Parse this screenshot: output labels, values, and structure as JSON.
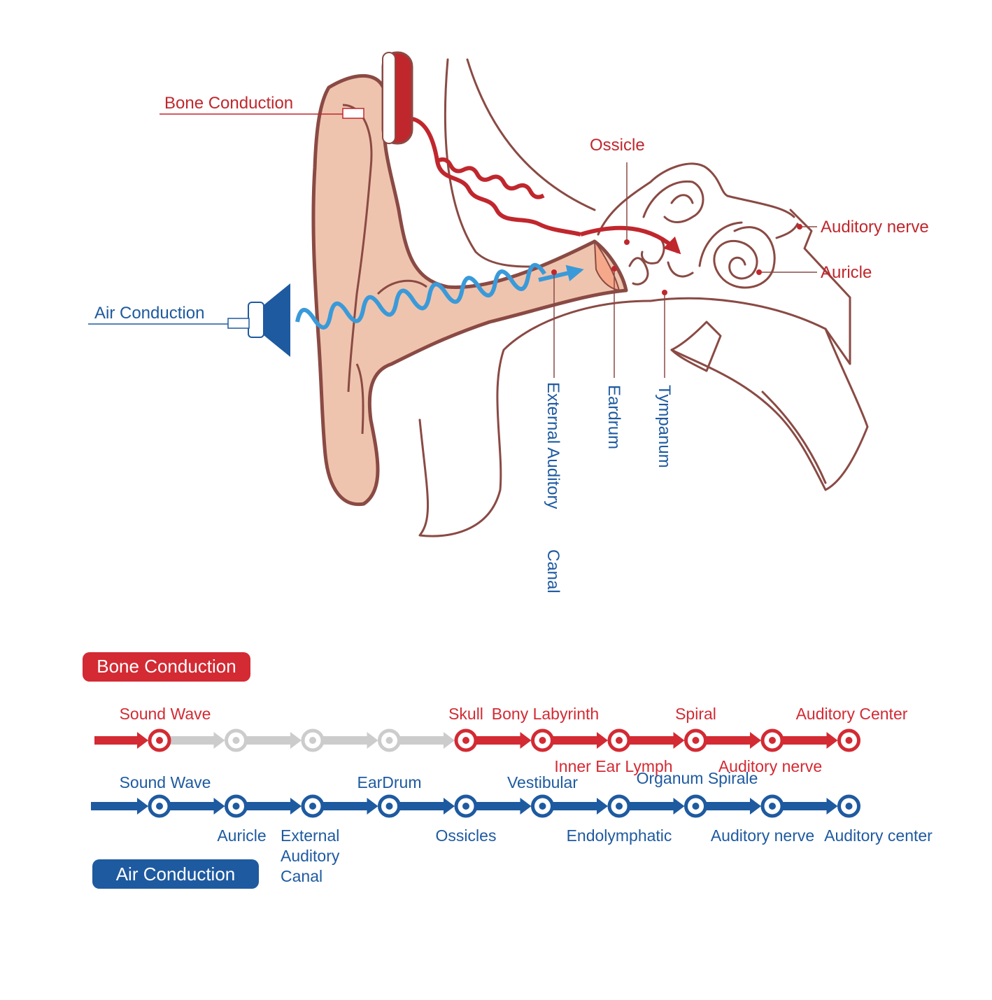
{
  "diagram": {
    "labels": {
      "bone_conduction": "Bone Conduction",
      "air_conduction": "Air Conduction",
      "ossicle": "Ossicle",
      "auditory_nerve": "Auditory nerve",
      "auricle": "Auricle",
      "external_auditory_canal_1": "External Auditory",
      "external_auditory_canal_2": "Canal",
      "eardrum": "Eardrum",
      "tympanum": "Tympanum"
    }
  },
  "bone_flow": {
    "badge": "Bone  Conduction",
    "color": "#d32a33",
    "inactive_color": "#cccccc",
    "nodes": [
      {
        "top_label": "Sound Wave",
        "active": true
      },
      {
        "active": false
      },
      {
        "active": false
      },
      {
        "active": false
      },
      {
        "top_label": "Skull",
        "active": true
      },
      {
        "top_label": "Bony Labyrinth",
        "active": true
      },
      {
        "bottom_label": "Inner Ear Lymph",
        "active": true
      },
      {
        "top_label": "Spiral",
        "active": true
      },
      {
        "bottom_label": "Auditory nerve",
        "active": true
      },
      {
        "top_label": "Auditory Center",
        "active": true
      }
    ]
  },
  "air_flow": {
    "badge": "Air Conduction",
    "color": "#1e5aa0",
    "nodes": [
      {
        "top_label": "Sound Wave"
      },
      {
        "bottom_label": "Auricle"
      },
      {
        "bottom_label": [
          "External",
          "Auditory",
          "Canal"
        ]
      },
      {
        "top_label": "EarDrum"
      },
      {
        "bottom_label": "Ossicles"
      },
      {
        "top_label": "Vestibular"
      },
      {
        "bottom_label": "Endolymphatic"
      },
      {
        "top_label": "Organum Spirale"
      },
      {
        "bottom_label": "Auditory nerve"
      },
      {
        "bottom_label": "Auditory center"
      }
    ]
  }
}
